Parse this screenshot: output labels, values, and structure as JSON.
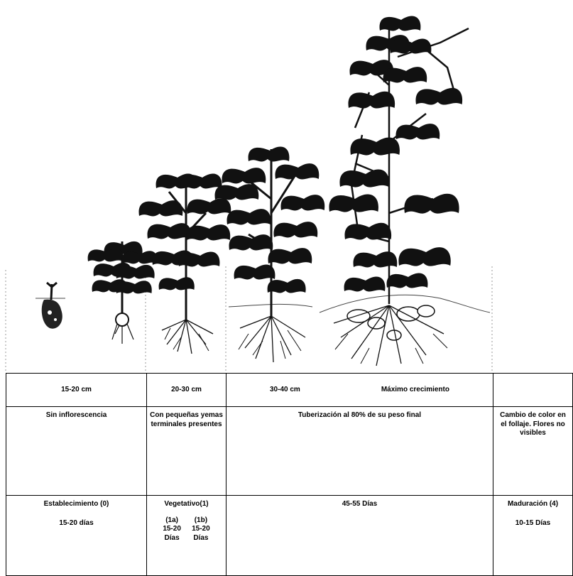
{
  "figure": {
    "rows": {
      "height": {
        "establishment": "15-20 cm",
        "vegetative": "20-30 cm",
        "tuberization_a": "30-40 cm",
        "tuberization_b": "Máximo crecimiento",
        "maturation": ""
      },
      "flowering": {
        "establishment": "Sin inflorescencia",
        "vegetative": "Con pequeñas yemas terminales presentes",
        "tuberization": "Tuberización al 80% de su peso final",
        "maturation": "Cambio de color en el follaje. Flores no visibles"
      },
      "stage": {
        "establishment_name": "Establecimiento (0)",
        "establishment_days": "15-20 días",
        "vegetative_name": "Vegetativo(1)",
        "vegetative_1a_label": "(1a)",
        "vegetative_1a_days": "15-20 Días",
        "vegetative_1b_label": "(1b)",
        "vegetative_1b_days": "15-20 Días",
        "tuberization_days": "45-55 Días",
        "maturation_name": "Maduración (4)",
        "maturation_days": "10-15 Días"
      }
    }
  }
}
